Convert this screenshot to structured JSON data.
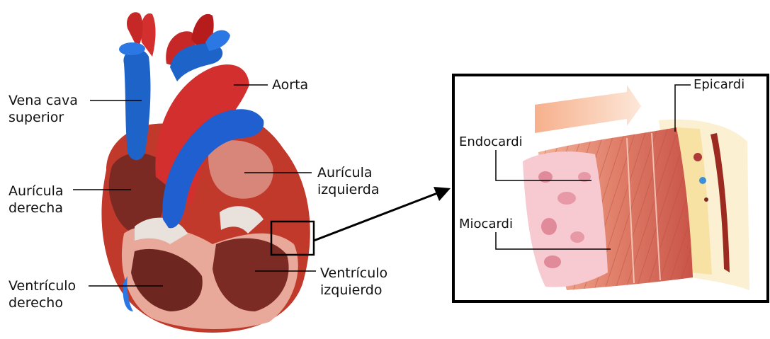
{
  "heart_labels": {
    "vena_cava_superior": [
      "Vena cava",
      "superior"
    ],
    "aorta": "Aorta",
    "auricula_derecha": [
      "Aurícula",
      "derecha"
    ],
    "auricula_izquierda": [
      "Aurícula",
      "izquierda"
    ],
    "ventriculo_derecho": [
      "Ventrículo",
      "derecho"
    ],
    "ventriculo_izquierdo": [
      "Ventrículo",
      "izquierdo"
    ]
  },
  "wall_labels": {
    "epicardi": "Epicardi",
    "endocardi": "Endocardi",
    "miocardi": "Miocardi"
  }
}
